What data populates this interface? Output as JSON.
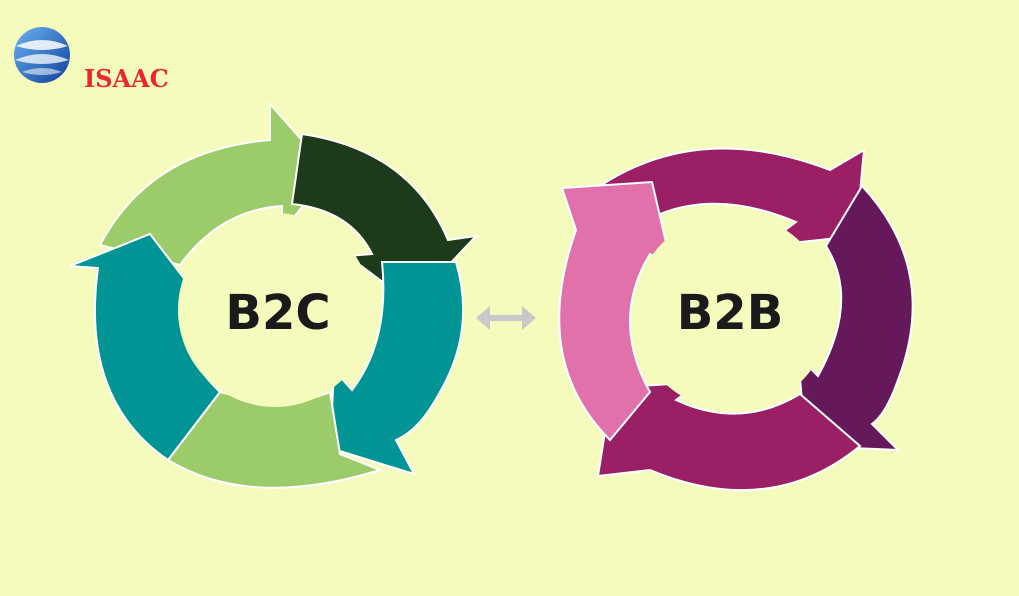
{
  "logo": {
    "text": "ISAAC",
    "color": "#e8282b",
    "icon": "blue-globe-icon"
  },
  "left_cycle": {
    "label": "B2C",
    "colors": {
      "light_green": "#9ccc6a",
      "dark_green": "#1d3a1b",
      "teal": "#009594"
    }
  },
  "right_cycle": {
    "label": "B2B",
    "colors": {
      "pink": "#e171aa",
      "magenta": "#9a1f64",
      "purple": "#66195a"
    }
  },
  "connector": {
    "icon": "double-arrow-icon",
    "color": "#c9c9c9"
  },
  "background": "#f5fbbd"
}
